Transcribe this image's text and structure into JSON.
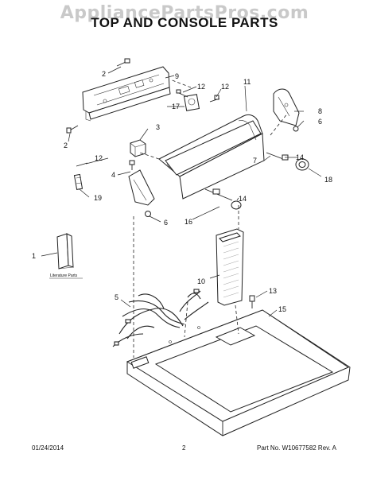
{
  "watermark": "AppliancePartsPros.com",
  "title": "TOP AND CONSOLE PARTS",
  "callouts": {
    "c1": "1",
    "c2a": "2",
    "c2b": "2",
    "c3": "3",
    "c4": "4",
    "c5": "5",
    "c6a": "6",
    "c6b": "6",
    "c7": "7",
    "c8": "8",
    "c9": "9",
    "c10": "10",
    "c11": "11",
    "c12a": "12",
    "c12b": "12",
    "c12c": "12",
    "c13": "13",
    "c14a": "14",
    "c14b": "14",
    "c15": "15",
    "c16": "16",
    "c17": "17",
    "c18": "18",
    "c19": "19"
  },
  "literature_label": "Literature Parts",
  "footer": {
    "date": "01/24/2014",
    "page": "2",
    "part_no": "Part No. W10677582  Rev. A"
  }
}
